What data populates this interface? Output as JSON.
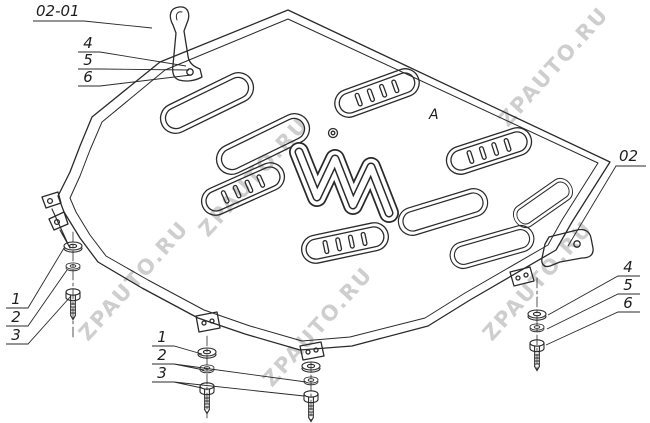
{
  "colors": {
    "line": "#2a2a2a",
    "watermark": "#c6c6c6",
    "background": "#ffffff"
  },
  "diagram": {
    "watermark": "ZPAUTO.RU",
    "section_marker": "A",
    "callouts": {
      "bracket_top_label": "02-01",
      "bracket_right_label": "02",
      "top_left_parts": [
        "4",
        "5",
        "6"
      ],
      "right_parts": [
        "4",
        "5",
        "6"
      ],
      "left_parts": [
        "1",
        "2",
        "3"
      ],
      "bottom_parts": [
        "1",
        "2",
        "3"
      ]
    }
  }
}
